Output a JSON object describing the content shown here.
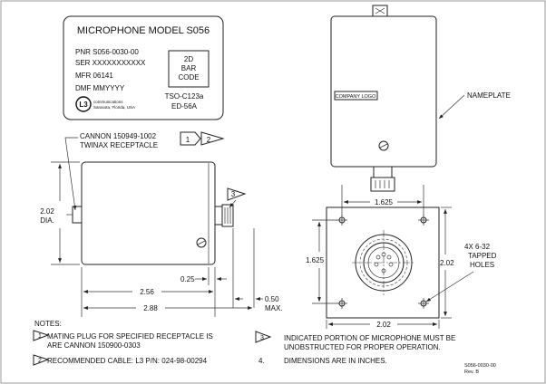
{
  "nameplate": {
    "title": "MICROPHONE MODEL S056",
    "pnr": "PNR  S056-0030-00",
    "ser": "SER  XXXXXXXXXXX",
    "mfr": "MFR 06141",
    "dmf": "DMF MMYYYY",
    "barcode": [
      "2D",
      "BAR",
      "CODE"
    ],
    "tso": "TSO-C123a",
    "ed": "ED-56A",
    "logo_mark": "L3",
    "company_line1": "communications",
    "company_line2": "Sarasota, Florida, USA"
  },
  "side_view": {
    "connector_label_1": "CANNON  150949-1002",
    "connector_label_2": "TWINAX RECEPTACLE",
    "note_ref_1": "1",
    "note_ref_2": "2",
    "note_ref_3": "3",
    "dim_height": "2.02",
    "dim_height_sub": "DIA.",
    "dim_025": "0.25",
    "dim_256": "2.56",
    "dim_288": "2.88",
    "dim_050": "0.50",
    "dim_050_sub": "MAX."
  },
  "front_view": {
    "company_logo": "COMPANY LOGO",
    "nameplate_label": "NAMEPLATE",
    "dim_1625_h": "1.625",
    "dim_1625_v": "1.625",
    "dim_202_v": "2.02",
    "dim_202_h": "2.02",
    "holes_label": [
      "4X  6-32",
      "TAPPED",
      "HOLES"
    ]
  },
  "notes": {
    "heading": "NOTES:",
    "n1_num": "1",
    "n1_line1": "MATING PLUG FOR SPECIFIED RECEPTACLE IS",
    "n1_line2": "ARE CANNON 150900-0303",
    "n2_num": "2",
    "n2_text": "RECOMMENDED CABLE:  L3 P/N:  024-98-00294",
    "n3_num": "3",
    "n3_line1": "INDICATED PORTION OF MICROPHONE MUST BE",
    "n3_line2": "UNOBSTRUCTED FOR PROPER OPERATION.",
    "n4_num": "4.",
    "n4_text": "DIMENSIONS ARE IN INCHES."
  },
  "drawing_number": "S056-0030-00",
  "revision": "Rev. B"
}
